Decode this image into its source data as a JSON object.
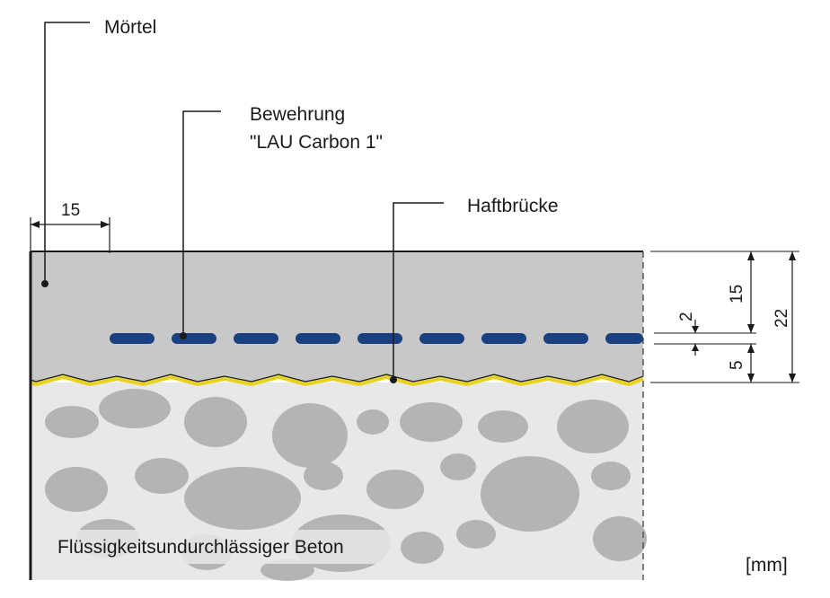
{
  "labels": {
    "moertel": "Mörtel",
    "bewehrung_line1": "Bewehrung",
    "bewehrung_line2": "\"LAU Carbon 1\"",
    "haftbruecke": "Haftbrücke",
    "beton": "Flüssigkeitsundurchlässiger Beton",
    "unit": "[mm]"
  },
  "dimensions": {
    "edge_offset": "15",
    "cover_top": "15",
    "reinforcement_thickness": "2",
    "cover_bottom": "5",
    "total_thickness": "22"
  },
  "colors": {
    "mortar": "#c8c8c8",
    "concrete": "#e8e8e8",
    "aggregate": "#b4b4b4",
    "reinforcement": "#1a4080",
    "bond_bridge": "#e8d21e",
    "line": "#1a1a1a"
  }
}
